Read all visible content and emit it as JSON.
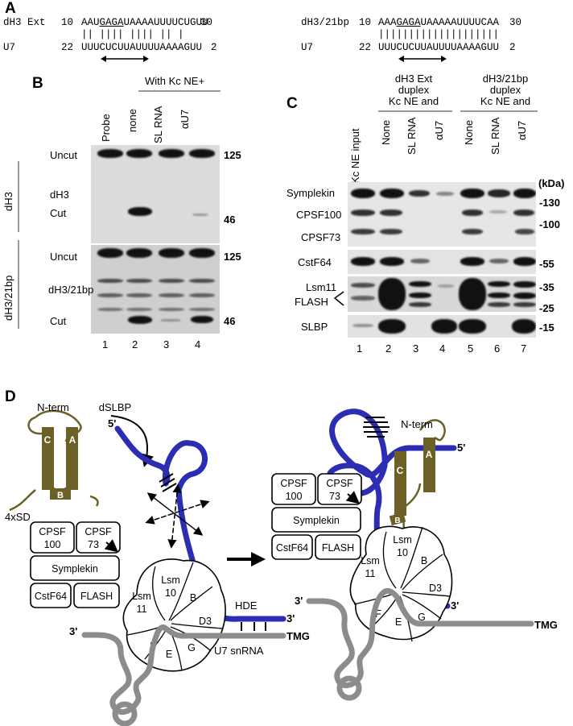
{
  "panelA": {
    "label": "A",
    "left": {
      "top_name": "dH3 Ext",
      "top_start": "10",
      "top_seq_a": "AAU",
      "top_seq_u": "GAGA",
      "top_seq_b": "UAAAAUUUUCUGUU",
      "top_end": "30",
      "pairs": "||  ||||  ||||   ||  |",
      "bot_name": "U7",
      "bot_start": "22",
      "bot_seq": "UUUCUCUUAUUUUAAAAGUU",
      "bot_end": "2"
    },
    "right": {
      "top_name": "dH3/21bp",
      "top_start": "10",
      "top_seq_a": "AAA",
      "top_seq_u": "GAGA",
      "top_seq_b": "UAAAAAUUUUCAA",
      "top_end": "30",
      "pairs": "||||||||||||||||||||",
      "bot_name": "U7",
      "bot_start": "22",
      "bot_seq": "UUUCUCUUAUUUUAAAAGUU",
      "bot_end": "2"
    }
  },
  "panelB": {
    "label": "B",
    "header": "With Kc NE+",
    "lanes": [
      "Probe",
      "none",
      "SL RNA",
      "αU7"
    ],
    "lane_numbers": [
      "1",
      "2",
      "3",
      "4"
    ],
    "side_dH3": "dH3",
    "side_dH3_21": "dH3/21bp",
    "top_gel": {
      "uncut": "Uncut",
      "name": "dH3",
      "cut": "Cut",
      "size_uncut": "125",
      "size_cut": "46"
    },
    "bottom_gel": {
      "uncut": "Uncut",
      "name": "dH3/21bp",
      "cut": "Cut",
      "size_uncut": "125",
      "size_cut": "46"
    }
  },
  "panelC": {
    "label": "C",
    "group1": [
      "dH3 Ext",
      "duplex",
      "Kc NE and"
    ],
    "group2": [
      "dH3/21bp",
      "duplex",
      "Kc NE and"
    ],
    "lanes": [
      "Kc NE input",
      "None",
      "SL RNA",
      "αU7",
      "None",
      "SL RNA",
      "αU7"
    ],
    "lane_numbers": [
      "1",
      "2",
      "3",
      "4",
      "5",
      "6",
      "7"
    ],
    "kda": "(kDa)",
    "proteins": [
      "Symplekin",
      "CPSF100",
      "CPSF73",
      "CstF64",
      "Lsm11",
      "FLASH",
      "SLBP"
    ],
    "markers": [
      "-130",
      "-100",
      "-55",
      "-35",
      "-25",
      "-15"
    ]
  },
  "panelD": {
    "label": "D",
    "left": {
      "nterm": "N-term",
      "dslbp": "dSLBP",
      "five_prime": "5'",
      "domains": [
        "C",
        "A",
        "B"
      ],
      "sd": "4xSD",
      "boxes": {
        "cpsf100": [
          "CPSF",
          "100"
        ],
        "cpsf73": [
          "CPSF",
          "73"
        ],
        "symplekin": "Symplekin",
        "cstf64": "CstF64",
        "flash": "FLASH"
      },
      "sm": [
        "Lsm",
        "11",
        "Lsm",
        "10",
        "B",
        "D3",
        "F",
        "E",
        "G"
      ],
      "hde": "HDE",
      "three_prime_rna": "3'",
      "three_prime_u7": "3'",
      "u7": "U7 snRNA",
      "tmg": "TMG"
    },
    "right": {
      "nterm": "N-term",
      "five_prime": "5'",
      "domains": [
        "A",
        "C",
        "B"
      ],
      "boxes": {
        "cpsf100": [
          "CPSF",
          "100"
        ],
        "cpsf73": [
          "CPSF",
          "73"
        ],
        "symplekin": "Symplekin",
        "cstf64": "CstF64",
        "flash": "FLASH"
      },
      "sm": [
        "Lsm",
        "11",
        "Lsm",
        "10",
        "B",
        "D3",
        "F",
        "E",
        "G"
      ],
      "three_prime_rna": "3'",
      "three_prime_u7": "3'",
      "tmg": "TMG"
    },
    "colors": {
      "rna": "#2b2eb3",
      "slbp": "#6b6025",
      "u7": "#8c8c8c"
    }
  }
}
